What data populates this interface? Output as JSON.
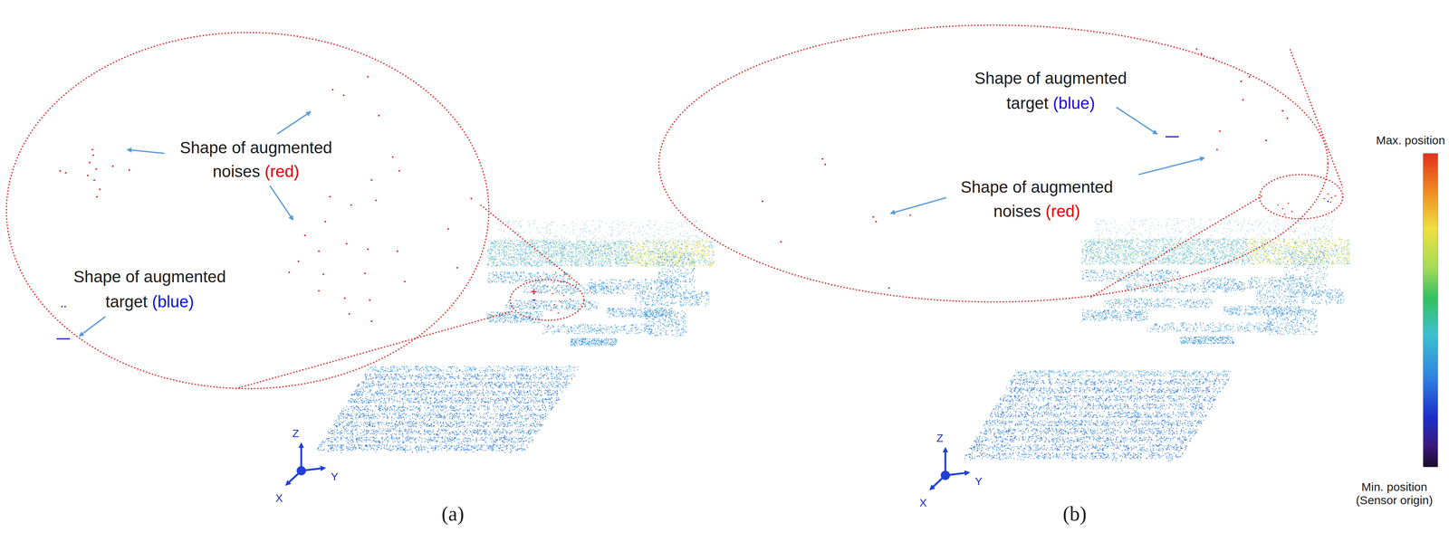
{
  "diagram": {
    "labels": [
      "Shape of augmented",
      "noises",
      "(red)",
      "Shape of augmented",
      "target",
      "(blue)",
      "Z",
      "Y",
      "X",
      "(a)",
      "Shape of augmented",
      "target",
      "(blue)",
      "Shape of augmented",
      "noises",
      "(red)",
      "Z",
      "Y",
      "X",
      "(b)",
      "Max. position",
      "Min. position (Sensor origin)"
    ]
  }
}
